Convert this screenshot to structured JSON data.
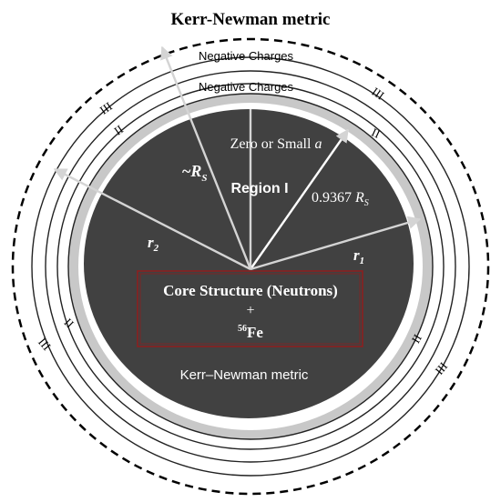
{
  "title": "Kerr-Newman metric",
  "shells": {
    "outer_label": "Negative Charges",
    "inner_label": "Negative Charges",
    "region3_label": "III",
    "region2_label": "II"
  },
  "core": {
    "region_label": "Region I",
    "spin_label_prefix": "Zero or Small ",
    "spin_label_var": "a",
    "radius_label_value": "0.9367 ",
    "radius_label_sym": "R",
    "radius_label_sub": "S",
    "approx_label_prefix": "~",
    "approx_label_sym": "R",
    "approx_label_sub": "S",
    "r1_sym": "r",
    "r1_sub": "1",
    "r2_sym": "r",
    "r2_sub": "2",
    "structure_line1": "Core Structure (Neutrons)",
    "structure_line2": "+",
    "structure_iso_mass": "56",
    "structure_iso_elem": "Fe",
    "bottom_label": "Kerr–Newman metric"
  },
  "colors": {
    "core": "#414141",
    "region2_ring": "#c8c8c8",
    "arrow": "#cfcfcf",
    "box_border": "#8b2020",
    "text_light": "#ffffff",
    "text_dark": "#000000"
  }
}
